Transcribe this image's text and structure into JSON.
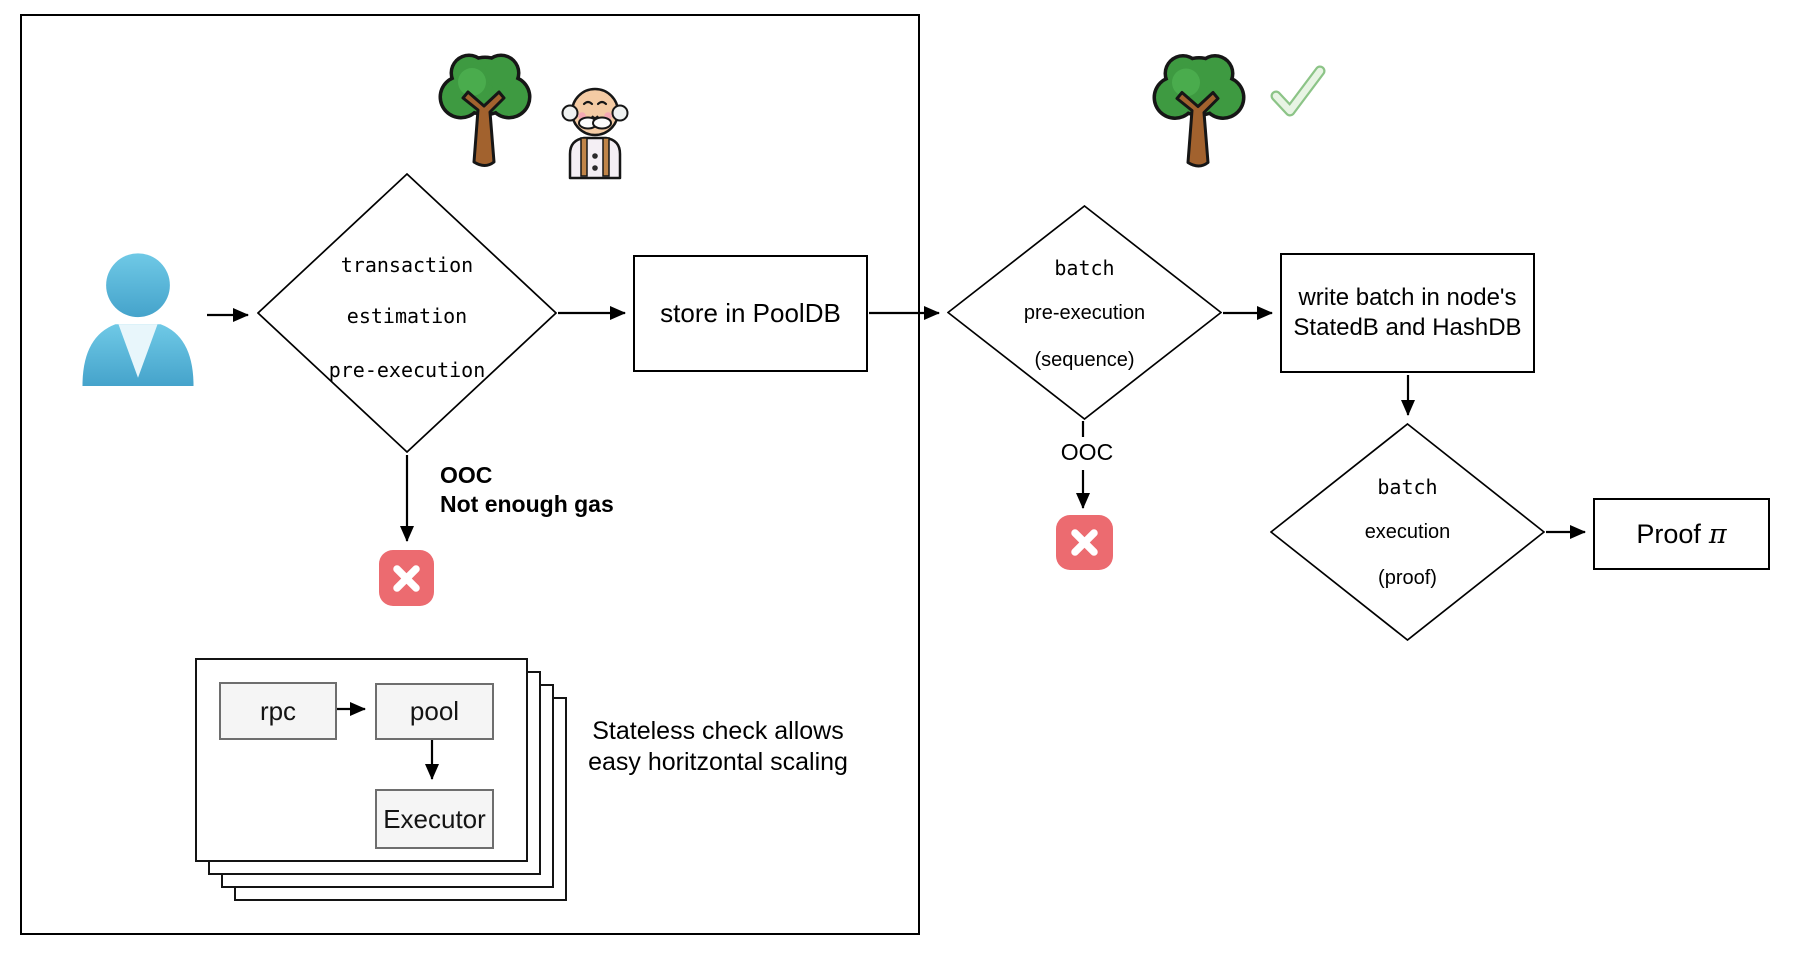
{
  "title": "zkEVM transaction flow diagram",
  "colors": {
    "error": "#ec6b70",
    "node_fill": "#f5f5f5",
    "check_green": "#8cc487",
    "person_blue": "#58b7d9",
    "tree_green": "#3e9a41",
    "trunk_brown": "#a2622e"
  },
  "icons": {
    "user": "user-icon",
    "tree_left": "tree-icon",
    "elderly_man": "elderly-man-icon",
    "tree_right": "tree-icon",
    "check": "check-mark-icon",
    "error_left": "error-x-icon",
    "error_right": "error-x-icon"
  },
  "left": {
    "tx_diamond": {
      "line1": "transaction",
      "line2": "estimation",
      "line3": "pre-execution"
    },
    "store_box": {
      "label": "store in PoolDB"
    },
    "ooc": {
      "title": "OOC",
      "subtitle": "Not enough gas"
    },
    "cluster": {
      "rpc": "rpc",
      "pool": "pool",
      "executor": "Executor"
    },
    "note": {
      "line1": "Stateless check allows",
      "line2": "easy horitzontal scaling"
    }
  },
  "right": {
    "pre_diamond": {
      "line1": "batch",
      "line2": "pre-execution",
      "line3": "(sequence)"
    },
    "ooc": {
      "title": "OOC"
    },
    "write_box": {
      "line1": "write batch in node's",
      "line2": "StatedB and HashDB"
    },
    "exec_diamond": {
      "line1": "batch",
      "line2": "execution",
      "line3": "(proof)"
    },
    "proof_box": {
      "prefix": "Proof",
      "pi": "π"
    }
  }
}
